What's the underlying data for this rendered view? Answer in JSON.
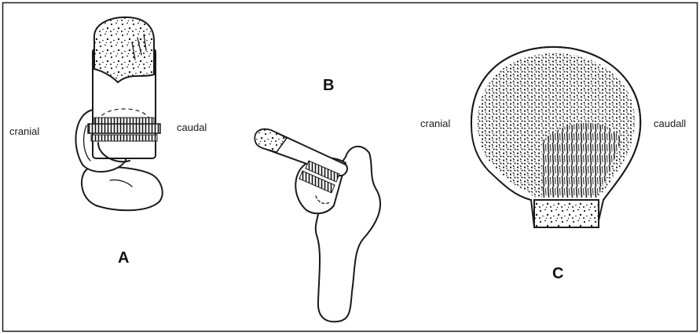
{
  "figure": {
    "panel_a": {
      "letter": "A",
      "left_label": "cranial",
      "right_label": "caudal"
    },
    "panel_b": {
      "letter": "B"
    },
    "panel_c": {
      "letter": "C",
      "left_label": "cranial",
      "right_label": "caudall"
    }
  },
  "colors": {
    "ink": "#1a1a1a",
    "background": "#ffffff"
  }
}
